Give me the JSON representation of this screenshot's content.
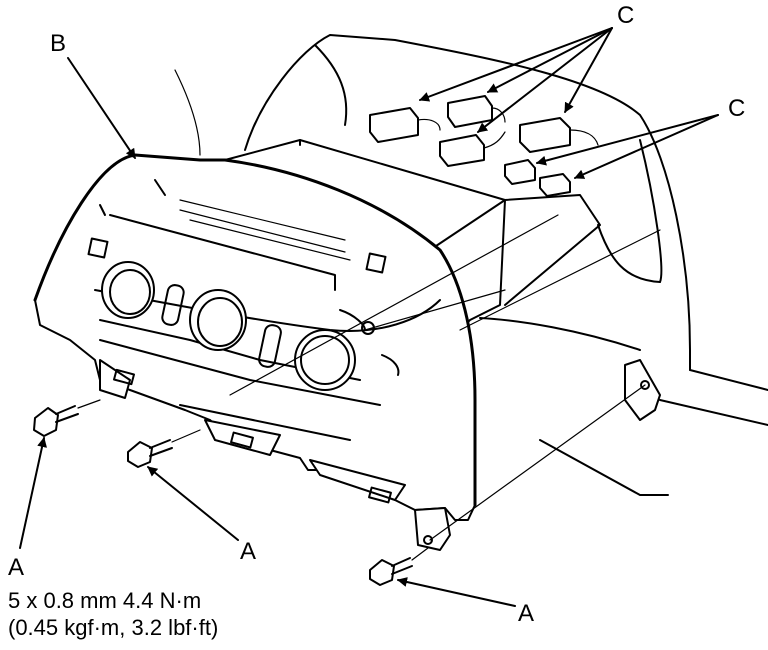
{
  "callouts": {
    "a_bottom_left": "A",
    "a_middle": "A",
    "a_bottom_right": "A",
    "b_top": "B",
    "c_top": "C",
    "c_right": "C"
  },
  "torque_spec": {
    "line1": "5 x 0.8 mm 4.4 N·m",
    "line2": "(0.45 kgf·m, 3.2 lbf·ft)"
  }
}
